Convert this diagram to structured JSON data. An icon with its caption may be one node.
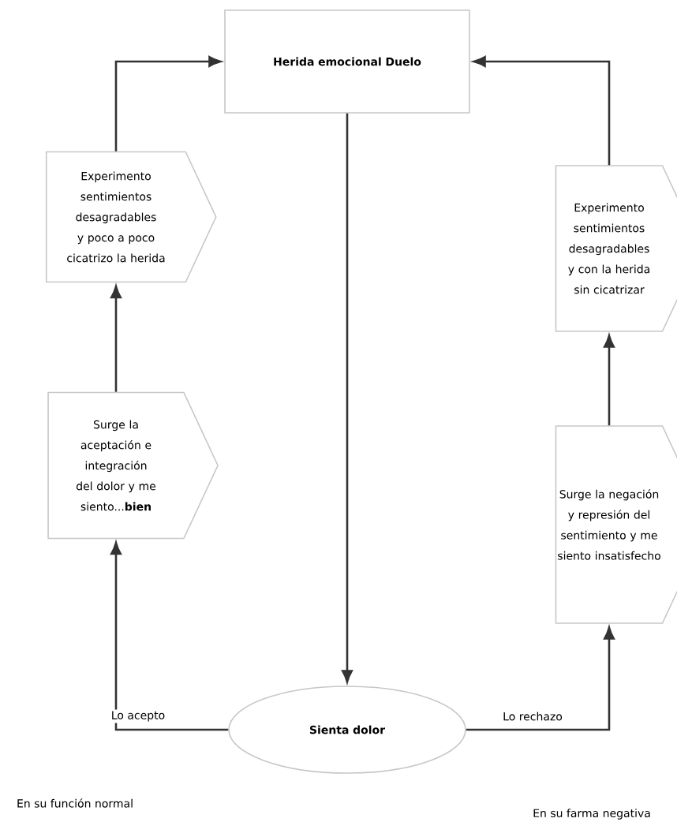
{
  "diagram": {
    "nodes": [
      {
        "text": [
          "Herida emocional Duelo"
        ]
      },
      {
        "text": [
          "Experimento sentimientos desagradables y poco a poco cicatrizo la herida"
        ]
      },
      {
        "text": [
          "Experimento sentimientos desagradables y con la herida sin cicatrizar"
        ]
      },
      {
        "text": [
          "Surge la aceptación e integración del dolor y me siento...**bien**"
        ]
      },
      {
        "text": [
          "Surge la negación y represión del sentimiento y me siento insatisfecho"
        ]
      },
      {
        "text": [
          "Sienta dolor"
        ]
      }
    ],
    "edges": [
      {
        "from": 0,
        "to": 5,
        "arrow": "to"
      },
      {
        "from": 5,
        "to": 3,
        "arrow": "to",
        "label": "Lo acepto"
      },
      {
        "from": 3,
        "to": 1,
        "arrow": "to"
      },
      {
        "from": 1,
        "to": 0,
        "arrow": "to"
      },
      {
        "from": 5,
        "to": 4,
        "arrow": "to",
        "label": "Lo rechazo"
      },
      {
        "from": 4,
        "to": 2,
        "arrow": "to"
      },
      {
        "from": 2,
        "to": 0,
        "arrow": "to"
      }
    ],
    "labels": [
      "En su función normal",
      "En su farma negativa"
    ]
  }
}
